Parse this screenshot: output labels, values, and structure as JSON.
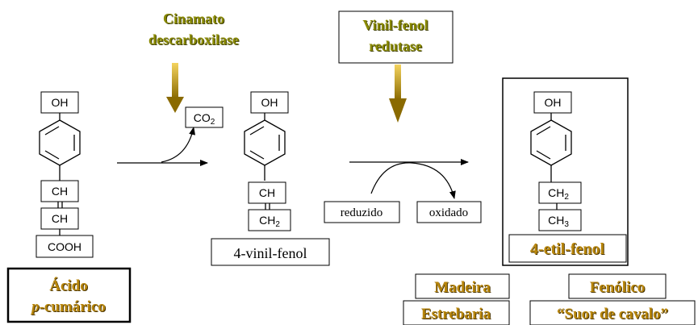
{
  "colors": {
    "enzyme_text": "#8a8a00",
    "enzyme_shadow": "#3c3c00",
    "gold_text": "#b8860b",
    "gold_shadow": "#4a3400",
    "arrow_gold_top": "#f4d35e",
    "arrow_gold_bottom": "#8a6a00"
  },
  "enzymes": {
    "cinamato_line1": "Cinamato",
    "cinamato_line2": "descarboxilase",
    "vinil_line1": "Vinil-fenol",
    "vinil_line2": "redutase"
  },
  "molecules": {
    "acid": {
      "oh": "OH",
      "ch1": "CH",
      "ch2": "CH",
      "cooh": "COOH",
      "name_line1": "Ácido",
      "name_line2_italic": "p",
      "name_line2_rest": "-cumárico"
    },
    "co2": {
      "main": "CO",
      "sub": "2"
    },
    "vinyl": {
      "oh": "OH",
      "ch": "CH",
      "ch2_main": "CH",
      "ch2_sub": "2",
      "name": "4-vinil-fenol"
    },
    "cofactor": {
      "reduced": "reduzido",
      "oxidized": "oxidado"
    },
    "ethyl": {
      "oh": "OH",
      "ch2_main": "CH",
      "ch2_sub": "2",
      "ch3_main": "CH",
      "ch3_sub": "3",
      "name": "4-etil-fenol"
    }
  },
  "descriptors": [
    "Madeira",
    "Fenólico",
    "Estrebaria",
    "“Suor de cavalo”"
  ]
}
